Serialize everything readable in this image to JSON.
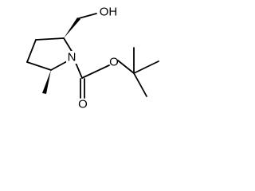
{
  "diagram": {
    "type": "skeletal-structure",
    "atoms": {
      "oh_label": "OH",
      "nitrogen_label": "N",
      "carbonyl_oxygen_label": "O",
      "ester_oxygen_label": "O"
    },
    "colors": {
      "bond": "#000000",
      "text": "#000000",
      "background": "#ffffff"
    }
  }
}
